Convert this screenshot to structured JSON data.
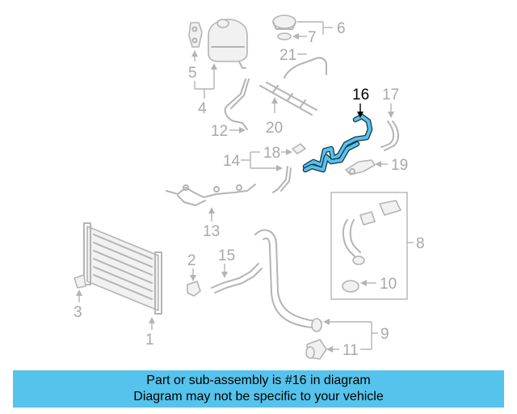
{
  "callouts": [
    "1",
    "2",
    "3",
    "4",
    "5",
    "6",
    "7",
    "8",
    "9",
    "10",
    "11",
    "12",
    "13",
    "14",
    "15",
    "16",
    "17",
    "18",
    "19",
    "20",
    "21"
  ],
  "highlighted_part": "16",
  "colors": {
    "banner": "#55c3ec",
    "highlight": "#55c3ec",
    "part_gray": "#b4b4b4"
  },
  "banner": {
    "line1": "Part or sub-assembly is #16 in diagram",
    "line2": "Diagram may not be specific to your vehicle"
  }
}
